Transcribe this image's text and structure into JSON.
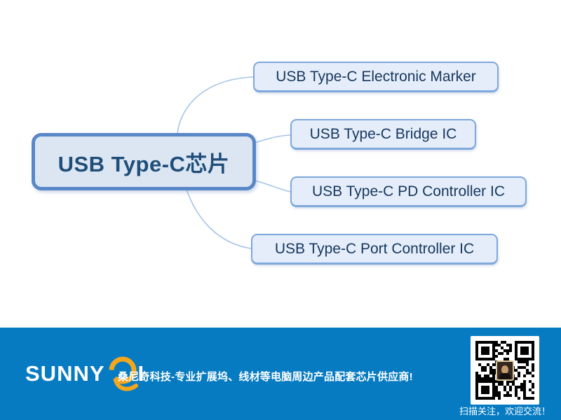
{
  "mindmap": {
    "root": {
      "label": "USB Type-C芯片"
    },
    "branches": [
      {
        "label": "USB Type-C Electronic Marker"
      },
      {
        "label": "USB Type-C Bridge IC"
      },
      {
        "label": "USB Type-C PD Controller IC"
      },
      {
        "label": "USB Type-C Port Controller IC"
      }
    ]
  },
  "footer": {
    "logo": {
      "text_left": "SUNNY",
      "text_right": "I",
      "q_icon": "orange-q-ring-swoosh"
    },
    "tagline": "桑尼奇科技-专业扩展坞、线材等电脑周边产品配套芯片供应商!",
    "qr_caption": "扫描关注，欢迎交流！"
  },
  "icons": {
    "logo_q": "orange-q-ring-swoosh",
    "qr": "wechat-qr-code-with-photo"
  },
  "colors": {
    "root_fill": "#dce6f3",
    "root_border": "#5987c8",
    "root_text": "#1f4e79",
    "branch_fill": "#e4edf9",
    "branch_border": "#7fa8dc",
    "branch_text": "#17375e",
    "connector": "#a6c4e7",
    "footer_bg": "#067bc2",
    "footer_text": "#ffffff",
    "logo_orange": "#f4a61d"
  }
}
